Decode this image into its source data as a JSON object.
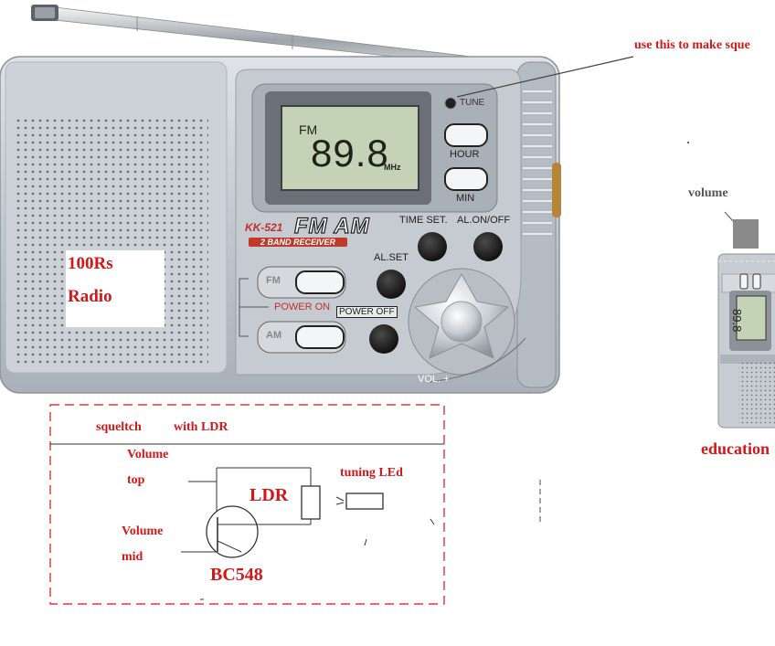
{
  "annotations": {
    "squelch_note": "use this to make sque",
    "price_label_line1": "100Rs",
    "price_label_line2": "Radio",
    "volume_label": "volume",
    "education_label": "education"
  },
  "radio": {
    "band_display": "FM",
    "frequency": "89.8",
    "unit": "MHz",
    "tune_label": "TUNE",
    "hour_label": "HOUR",
    "min_label": "MIN",
    "model": "KK-521",
    "bands_logo": "FM AM",
    "receiver_label": "2 BAND RECEIVER",
    "time_set_label": "TIME SET.",
    "al_onoff_label": "AL.ON/OFF",
    "al_set_label": "AL.SET",
    "fm_button_label": "FM",
    "am_button_label": "AM",
    "power_on_label": "POWER ON",
    "power_off_label": "POWER OFF",
    "vol_label": "VOL. +"
  },
  "small_radio": {
    "frequency": "89.8"
  },
  "circuit": {
    "title_left": "squeltch",
    "title_right": "with LDR",
    "volume_top_line1": "Volume",
    "volume_top_line2": "top",
    "volume_mid_line1": "Volume",
    "volume_mid_line2": "mid",
    "ldr_label": "LDR",
    "transistor_label": "BC548",
    "led_label": "tuning LEd"
  },
  "colors": {
    "annotation_red": "#d01818",
    "radio_body": "#c3c8cf",
    "lcd_green": "#c4d2b6"
  }
}
